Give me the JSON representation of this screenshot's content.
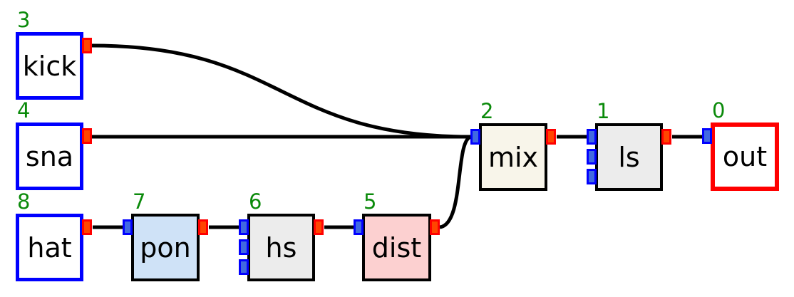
{
  "diagram": {
    "background": "#ffffff",
    "wire_color": "#000000",
    "number_color": "#0a8a0a",
    "input_port": {
      "fill": "#4169e1",
      "border": "#0000ff"
    },
    "output_port": {
      "fill": "#ff4500",
      "border": "#ff0000"
    },
    "source_border": "#0000ff",
    "processor_border": "#000000",
    "sink_border": "#ff0000"
  },
  "nodes": {
    "kick": {
      "number": "3",
      "label": "kick",
      "fill": "#ffffff",
      "border": "#0000ff",
      "inputs": 0,
      "outputs": 1
    },
    "sna": {
      "number": "4",
      "label": "sna",
      "fill": "#ffffff",
      "border": "#0000ff",
      "inputs": 0,
      "outputs": 1
    },
    "hat": {
      "number": "8",
      "label": "hat",
      "fill": "#ffffff",
      "border": "#0000ff",
      "inputs": 0,
      "outputs": 1
    },
    "pon": {
      "number": "7",
      "label": "pon",
      "fill": "#cfe2f7",
      "border": "#000000",
      "inputs": 1,
      "outputs": 1
    },
    "hs": {
      "number": "6",
      "label": "hs",
      "fill": "#ececec",
      "border": "#000000",
      "inputs": 3,
      "outputs": 1
    },
    "dist": {
      "number": "5",
      "label": "dist",
      "fill": "#fcd0d0",
      "border": "#000000",
      "inputs": 1,
      "outputs": 1
    },
    "mix": {
      "number": "2",
      "label": "mix",
      "fill": "#f8f5ea",
      "border": "#000000",
      "inputs": 1,
      "outputs": 1
    },
    "ls": {
      "number": "1",
      "label": "ls",
      "fill": "#ececec",
      "border": "#000000",
      "inputs": 3,
      "outputs": 1
    },
    "out": {
      "number": "0",
      "label": "out",
      "fill": "#ffffff",
      "border": "#ff0000",
      "inputs": 1,
      "outputs": 0
    }
  },
  "connections": [
    {
      "from": "kick",
      "to": "mix"
    },
    {
      "from": "sna",
      "to": "mix"
    },
    {
      "from": "hat",
      "to": "pon"
    },
    {
      "from": "pon",
      "to": "hs"
    },
    {
      "from": "hs",
      "to": "dist"
    },
    {
      "from": "dist",
      "to": "mix"
    },
    {
      "from": "mix",
      "to": "ls"
    },
    {
      "from": "ls",
      "to": "out"
    }
  ]
}
